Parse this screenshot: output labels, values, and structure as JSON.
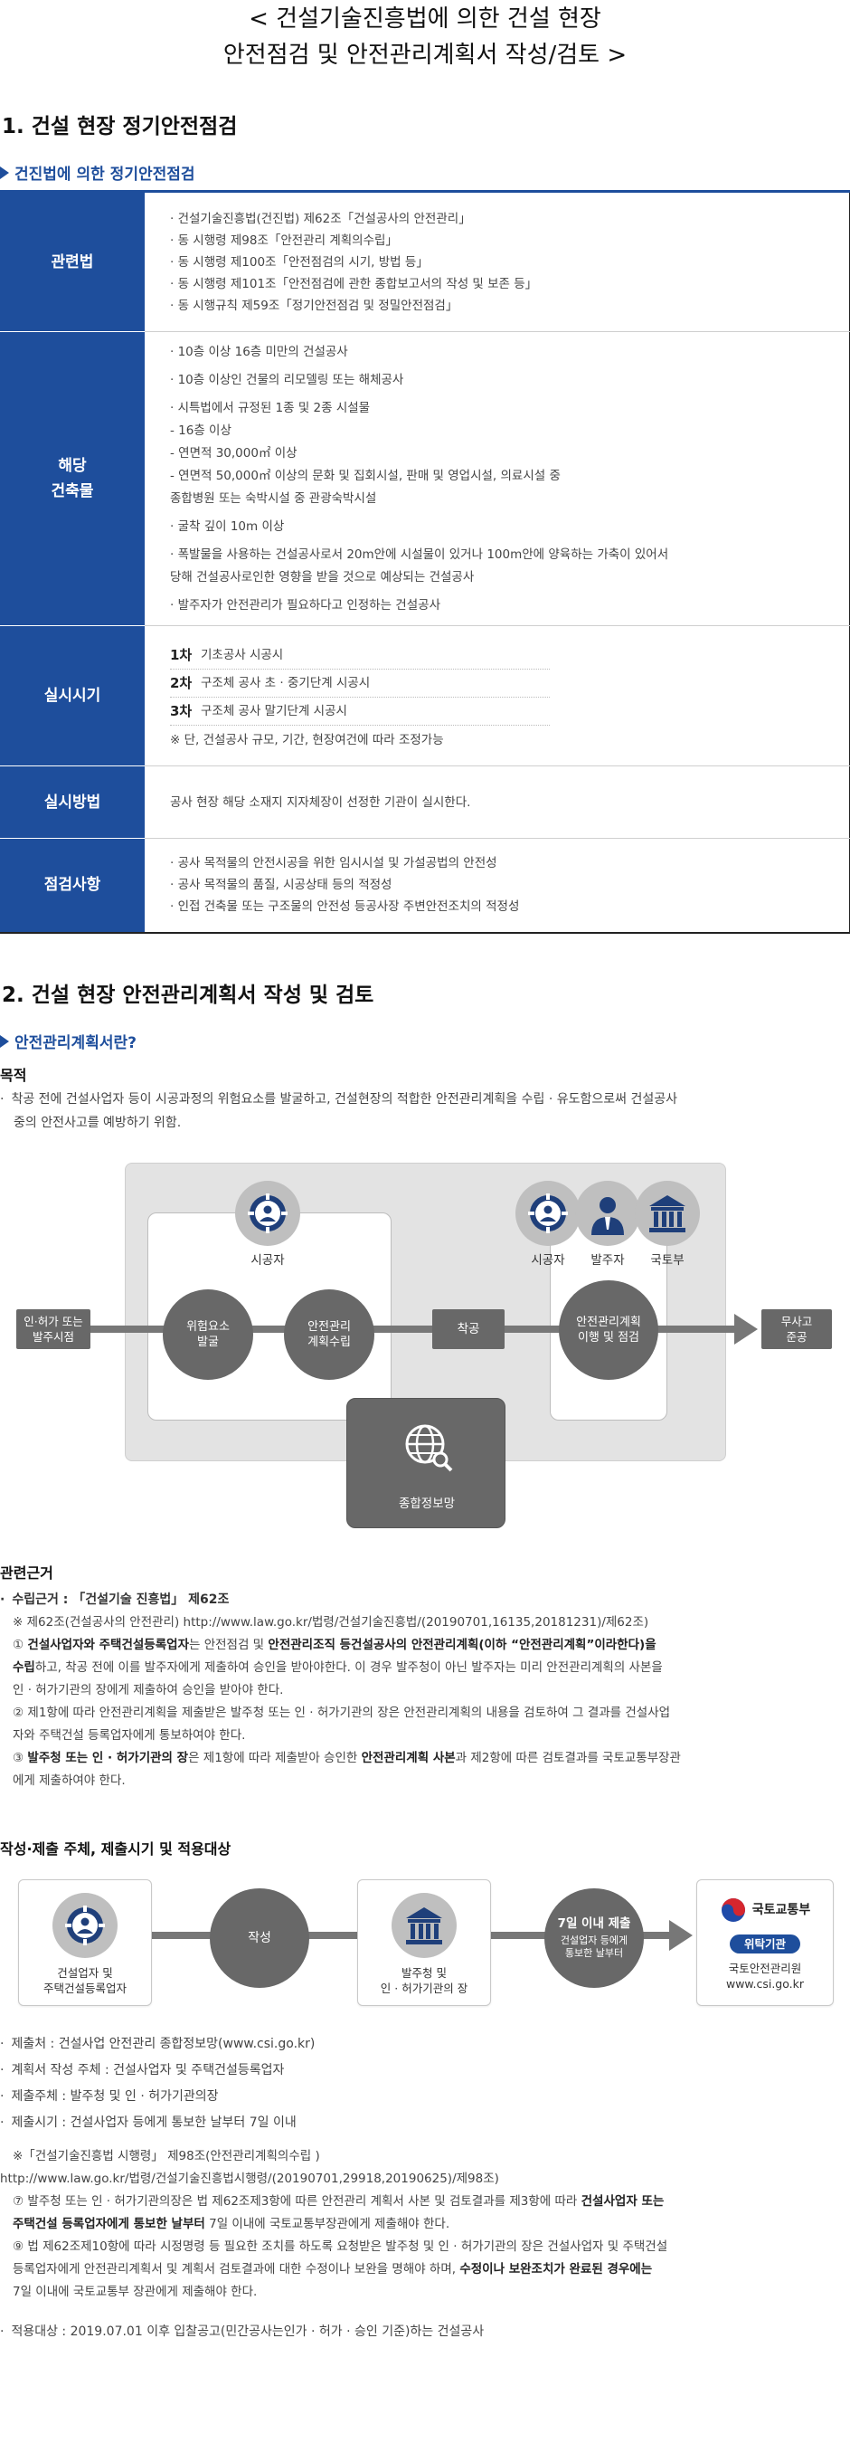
{
  "header": {
    "title_line1": "< 건설기술진흥법에 의한 건설 현장",
    "title_line2": "안전점검 및 안전관리계획서 작성/검토 >"
  },
  "section1": {
    "title": "1. 건설 현장 정기안전점검",
    "subtitle": "건진법에 의한 정기안전점검",
    "rows": {
      "law": {
        "label": "관련법",
        "lines": [
          "· 건설기술진흥법(건진법) 제62조「건설공사의 안전관리」",
          "· 동 시행령 제98조「안전관리 계획의수립」",
          "· 동 시행령 제100조「안전점검의 시기, 방법 등」",
          "· 동 시행령 제101조「안전점검에 관한 종합보고서의 작성 및 보존 등」",
          "· 동 시행규칙 제59조「정기안전점검 및 정밀안전점검」"
        ]
      },
      "target": {
        "label1": "해당",
        "label2": "건축물",
        "lines": [
          "· 10층 이상 16층 미만의 건설공사",
          "· 10층 이상인 건물의 리모델링 또는 해체공사",
          "· 시특법에서 규정된 1종 및 2종 시설물",
          "  - 16층 이상",
          "  - 연면적 30,000㎡ 이상",
          "  - 연면적 50,000㎡ 이상의 문화 및 집회시설, 판매 및 영업시설, 의료시설 중",
          "    종합병원 또는 숙박시설 중 관광숙박시설",
          "· 굴착 깊이 10m 이상",
          "· 폭발물을 사용하는 건설공사로서 20m안에 시설물이 있거나 100m안에 양육하는 가축이 있어서",
          "  당해 건설공사로인한 영향을 받을 것으로 예상되는 건설공사",
          "· 발주자가 안전관리가 필요하다고 인정하는 건설공사"
        ]
      },
      "timing": {
        "label": "실시시기",
        "stages": [
          {
            "no": "1차",
            "text": "기초공사 시공시"
          },
          {
            "no": "2차",
            "text": "구조체 공사 초 · 중기단계 시공시"
          },
          {
            "no": "3차",
            "text": "구조체 공사 말기단계 시공시"
          }
        ],
        "note": "※ 단, 건설공사 규모, 기간, 현장여건에 따라 조정가능"
      },
      "method": {
        "label": "실시방법",
        "text": "공사 현장 해당 소재지 지자체장이 선정한 기관이 실시한다."
      },
      "items": {
        "label": "점검사항",
        "lines": [
          "· 공사 목적물의 안전시공을 위한 임시시설 및 가설공법의 안전성",
          "· 공사 목적물의 품질, 시공상태 등의 적정성",
          "· 인접 건축물 또는 구조물의 안전성 등공사장 주변안전조치의 적정성"
        ]
      }
    }
  },
  "section2": {
    "title": "2. 건설 현장 안전관리계획서 작성 및 검토",
    "subtitle": "안전관리계획서란?",
    "purpose_title": "목적",
    "purpose_text1": "착공 전에 건설사업자 등이 시공과정의 위험요소를 발굴하고, 건설현장의 적합한 안전관리계획을 수립 · 유도함으로써 건설공사",
    "purpose_text2": "중의 안전사고를 예방하기 위함.",
    "diagram1": {
      "start": "인·허가 또는\n발주시점",
      "builder": "시공자",
      "risk": "위험요소\n발굴",
      "plan": "안전관리\n계획수립",
      "begin": "착공",
      "builder2": "시공자",
      "client": "발주자",
      "ministry": "국토부",
      "execute": "안전관리계획\n이행 및 점검",
      "finish": "무사고\n준공",
      "portal": "종합정보망"
    },
    "basis_title": "관련근거",
    "basis_head": "수립근거 : 「건설기술 진흥법」 제62조",
    "basis_note": "※ 제62조(건설공사의 안전관리) http://www.law.go.kr/법령/건설기술진흥법/(20190701,16135,20181231)/제62조)",
    "basis_1_a": "① ",
    "basis_1_b": "건설사업자와 주택건설등록업자",
    "basis_1_c": "는 안전점검 및 ",
    "basis_1_d": "안전관리조직 등건설공사의 안전관리계획(이하 “안전관리계획”이라한다)을",
    "basis_1_e": "수립",
    "basis_1_f": "하고, 착공 전에 이를 발주자에게 제출하여 승인을 받아야한다. 이 경우 발주청이 아닌 발주자는 미리 안전관리계획의 사본을",
    "basis_1_g": "인 · 허가기관의 장에게 제출하여 승인을 받아야 한다.",
    "basis_2_a": "② 제1항에 따라 안전관리계획을 제출받은 발주청 또는 인 · 허가기관의 장은 안전관리계획의 내용을 검토하여 그 결과를 건설사업",
    "basis_2_b": "자와 주택건설 등록업자에게 통보하여야 한다.",
    "basis_3_a": "③ ",
    "basis_3_b": "발주청 또는 인 · 허가기관의 장",
    "basis_3_c": "은 제1항에 따라 제출받아 승인한 ",
    "basis_3_d": "안전관리계획 사본",
    "basis_3_e": "과 제2항에 따른 검토결과를 국토교통부장관",
    "basis_3_f": "에게 제출하여야 한다.",
    "submit_title": "작성·제출 주체, 제출시기 및 적용대상",
    "diagram2": {
      "writer": "건설업자 및\n주택건설등록업자",
      "write": "작성",
      "reviewer": "발주청 및\n인 · 허가기관의 장",
      "deadline_main": "7일 이내 제출",
      "deadline_sub": "건설업자 등에게\n통보한 날부터",
      "ministry": "국토교통부",
      "agency_badge": "위탁기관",
      "agency_name": "국토안전관리원",
      "agency_url": "www.csi.go.kr"
    },
    "submit_lines": [
      "제출처 : 건설사업 안전관리 종합정보망(www.csi.go.kr)",
      "계획서 작성 주체 : 건설사업자 및 주택건설등록업자",
      "제출주체 : 발주청 및 인 · 허가기관의장",
      "제출시기 : 건설사업자 등에게 통보한 날부터 7일 이내"
    ],
    "note2_1": "※「건설기술진흥법 시행령」 제98조(안전관리계획의수립 )",
    "note2_2": "http://www.law.go.kr/법령/건설기술진흥법시행령/(20190701,29918,20190625)/제98조)",
    "note2_3a": "⑦ 발주청 또는 인 · 허가기관의장은 법 제62조제3항에 따른 안전관리 계획서 사본 및 검토결과를 제3항에 따라 ",
    "note2_3b": "건설사업자 또는",
    "note2_4a": "주택건설 등록업자에게 통보한 날부터",
    "note2_4b": " 7일 이내에 국토교통부장관에게 제출해야 한다.",
    "note2_5": "⑨ 법 제62조제10항에 따라 시정명령 등 필요한 조치를 하도록 요청받은 발주청 및 인 · 허가기관의 장은 건설사업자 및 주택건설",
    "note2_6a": "등록업자에게 안전관리계획서 및 계획서 검토결과에 대한 수정이나 보완을 명해야 하며, ",
    "note2_6b": "수정이나 보완조치가 완료된 경우에는",
    "note2_7": "7일 이내에 국토교통부 장관에게 제출해야 한다.",
    "apply": "적용대상 : 2019.07.01 이후 입찰공고(민간공사는인가 · 허가 · 승인 기준)하는 건설공사"
  }
}
